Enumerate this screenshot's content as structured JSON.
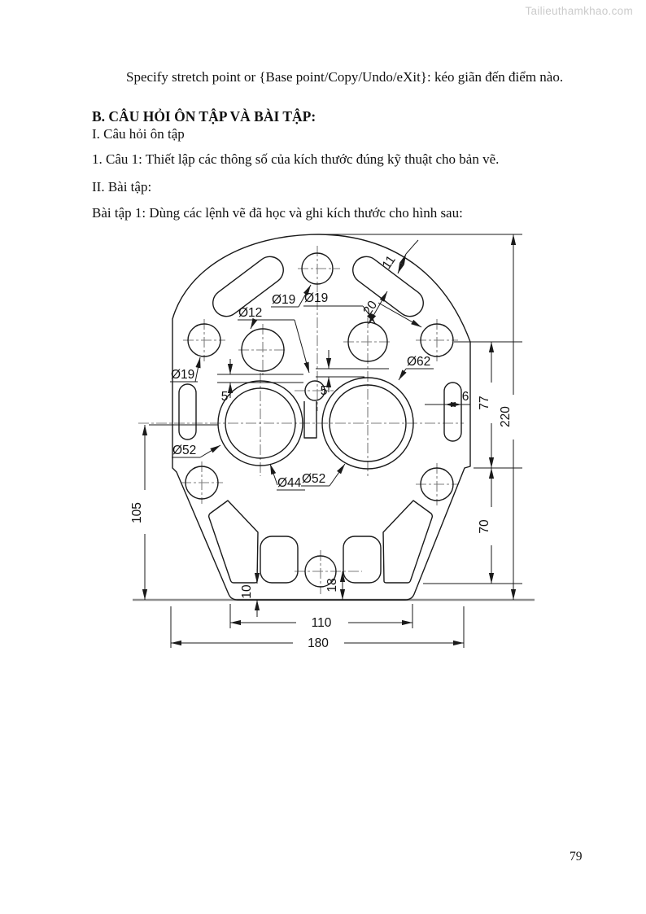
{
  "watermark": "Tailieuthamkhao.com",
  "page_number": "79",
  "paragraph": {
    "text": "Specify stretch point or {Base point/Copy/Undo/eXit}: kéo giãn đến điểm nào."
  },
  "sections": {
    "heading": "B. CÂU HỎI ÔN TẬP VÀ BÀI TẬP:",
    "review_title": "I. Câu hỏi ôn tập",
    "question1": "1. Câu 1: Thiết lập các thông số của kích thước đúng kỹ thuật cho bản vẽ.",
    "exercise_title": "II. Bài tập:",
    "exercise1": "Bài tập 1: Dùng các lệnh vẽ đã học và ghi kích thước cho  hình sau:"
  },
  "drawing": {
    "dims": {
      "d220": "220",
      "d180": "180",
      "d110": "110",
      "d105": "105",
      "d77": "77",
      "d70": "70",
      "d20": "20",
      "d18": "18",
      "d11": "11",
      "d10": "10",
      "d6": "6",
      "d5a": "5",
      "d5b": "5",
      "dia62": "Ø62",
      "dia52a": "Ø52",
      "dia52b": "Ø52",
      "dia44": "Ø44",
      "dia19a": "Ø19",
      "dia19b": "Ø19",
      "dia19c": "Ø19",
      "dia12": "Ø12"
    }
  }
}
